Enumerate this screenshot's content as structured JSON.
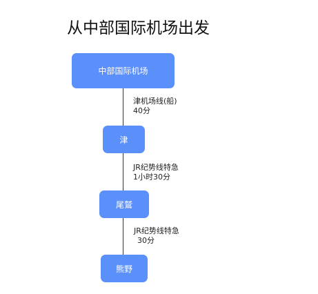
{
  "title": "从中部国际机场出发",
  "nodes": {
    "airport": "中部国际机场",
    "tsu": "津",
    "owase": "尾鷲",
    "kumano": "熊野"
  },
  "edges": [
    {
      "line": "津机场线(船)",
      "time": "40分"
    },
    {
      "line": "JR纪势线特急",
      "time": "1小时30分"
    },
    {
      "line": "JR纪势线特急",
      "time": "30分"
    }
  ],
  "colors": {
    "node_fill": "#5b8ff9",
    "node_text": "#ffffff",
    "connector": "#333333"
  }
}
